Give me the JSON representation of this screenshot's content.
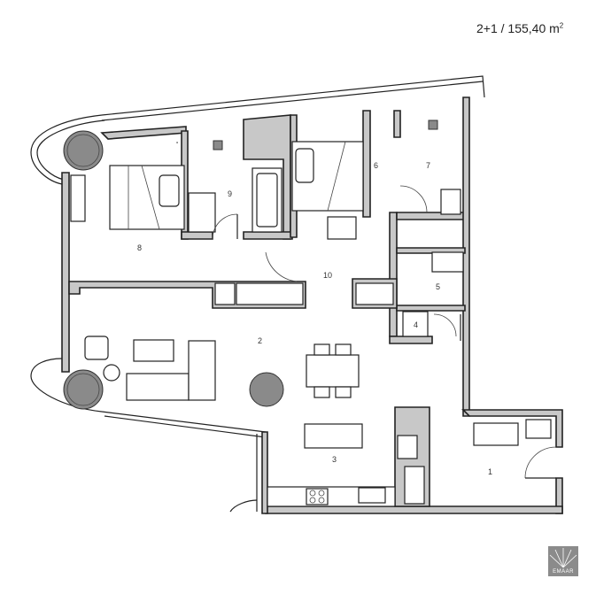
{
  "header": {
    "unit_type": "2+1",
    "separator": " / ",
    "area": "155,40 m",
    "area_sup": "2"
  },
  "rooms": [
    {
      "label": "1"
    },
    {
      "label": "2"
    },
    {
      "label": "3"
    },
    {
      "label": "4"
    },
    {
      "label": "5"
    },
    {
      "label": "6"
    },
    {
      "label": "7"
    },
    {
      "label": "8"
    },
    {
      "label": "9"
    },
    {
      "label": "10"
    }
  ],
  "logo": {
    "text": "EMAAR"
  },
  "colors": {
    "wall": "#c8c8c8",
    "line": "#222222",
    "logo": "#8b8b8b"
  }
}
